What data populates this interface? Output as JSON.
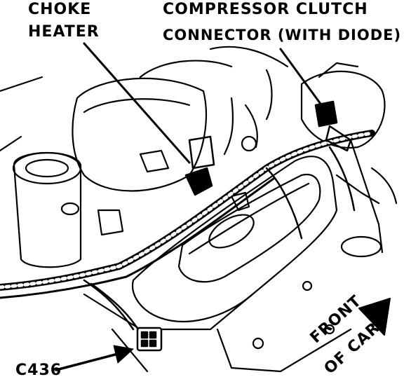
{
  "labels": {
    "choke_line1": "CHOKE",
    "choke_line2": "HEATER",
    "compressor_line1": "COMPRESSOR CLUTCH",
    "compressor_line2": "CONNECTOR (WITH DIODE)",
    "connector_id": "C436",
    "front_line1": "FRONT",
    "front_line2": "OF CAR"
  },
  "colors": {
    "ink": "#000000",
    "paper": "#ffffff"
  }
}
